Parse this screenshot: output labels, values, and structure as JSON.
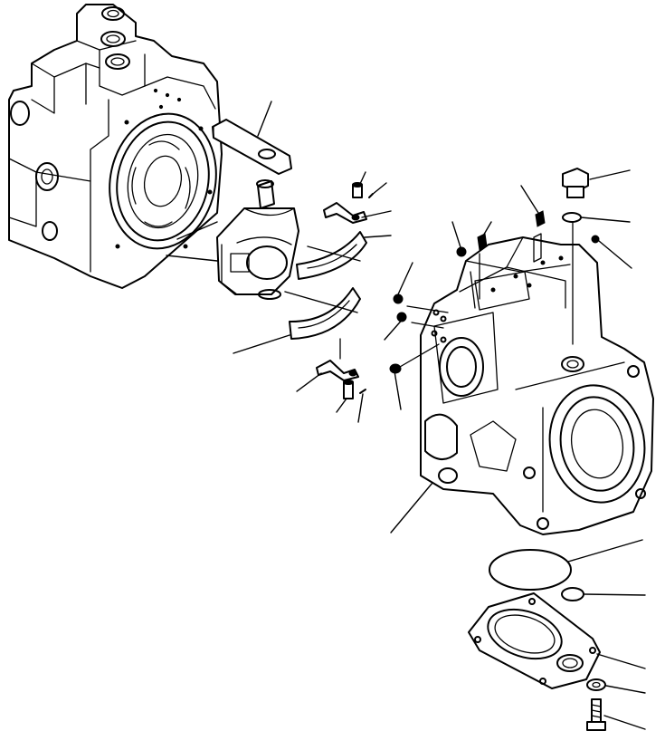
{
  "diagram": {
    "kind": "exploded parts view",
    "colors": {
      "line": "#000000",
      "background": "#ffffff"
    },
    "components": [
      "valve-body-housing",
      "pump-case",
      "swash-plate",
      "rocker-cam",
      "upper-guide-shoe",
      "lower-guide-shoe",
      "guide-lever",
      "cover-plate",
      "large-o-ring",
      "small-o-ring",
      "plug",
      "plug-o-ring",
      "mounting-bolt",
      "washer",
      "pins-and-fasteners"
    ],
    "callout_count": 28
  }
}
